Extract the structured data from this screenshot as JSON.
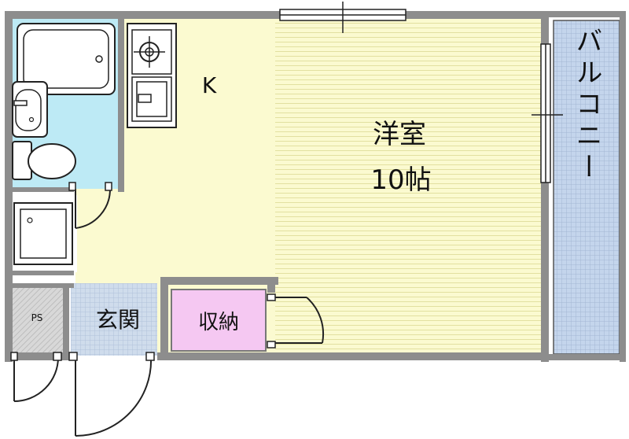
{
  "rooms": {
    "western_room_name": "洋室",
    "western_room_size": "10帖",
    "kitchen": "K",
    "balcony": "バルコニー",
    "storage": "収納",
    "entrance": "玄関",
    "pipe_space": "PS"
  },
  "colors": {
    "wall": "#8a8a8a",
    "floor": "#fbfad0",
    "floor_line": "#e6e4a8",
    "bath": "#bdeaf5",
    "storage": "#f5c8f2",
    "balcony": "#c2d3ea",
    "balcony_grid": "#9fb3cf",
    "entrance": "#c8d8ea",
    "ps": "#cfcfcf"
  },
  "icons": [
    "bathtub-icon",
    "washbasin-icon",
    "toilet-icon",
    "washing-machine-pan-icon",
    "gas-stove-icon",
    "kitchen-sink-icon",
    "window-icon",
    "door-swing-icon"
  ]
}
